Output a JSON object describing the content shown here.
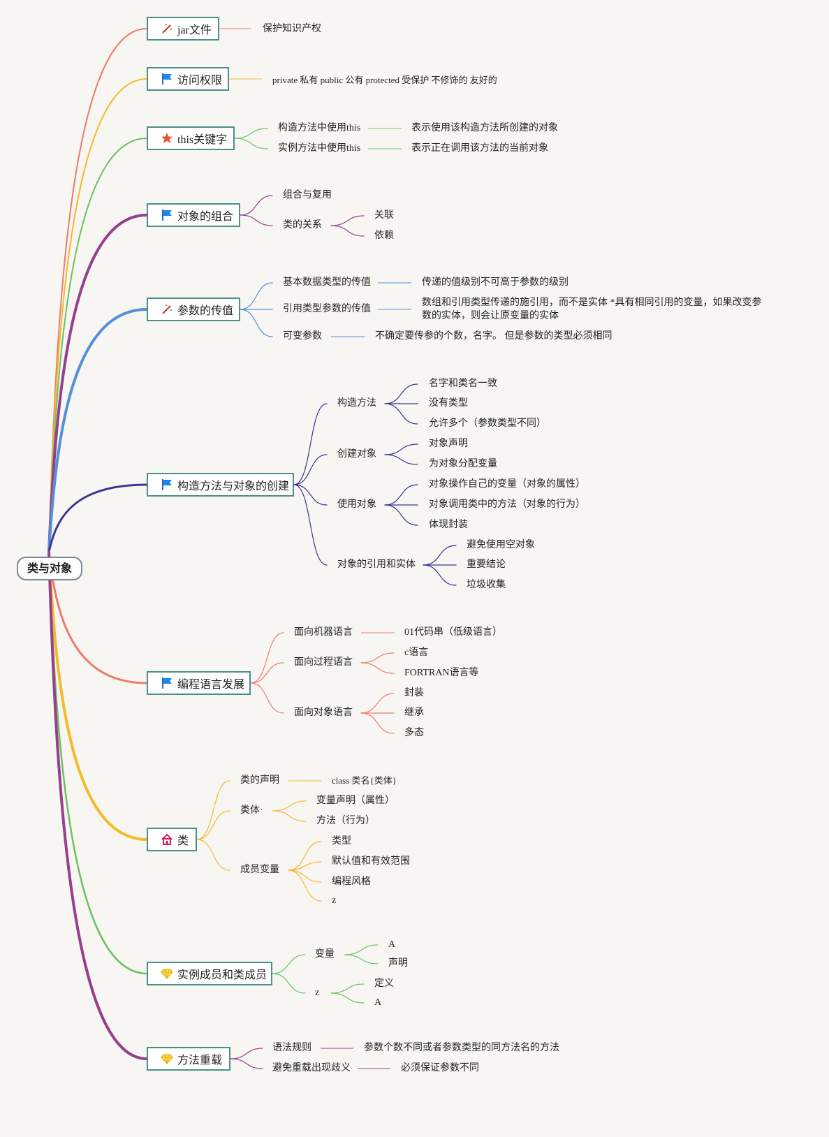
{
  "root": {
    "label": "类与对象"
  },
  "branches": [
    {
      "id": "jar",
      "label": "jar文件",
      "icon": "magic-wand-icon",
      "color": "#ee7b6c",
      "children": [
        {
          "label": "保护知识产权"
        }
      ]
    },
    {
      "id": "access",
      "label": "访问权限",
      "icon": "blue-flag-icon",
      "color": "#f7b92a",
      "children": [
        {
          "label": "private 私有 public 公有 protected 受保护 不修饰的 友好的"
        }
      ]
    },
    {
      "id": "this",
      "label": "this关键字",
      "icon": "orange-star-icon",
      "color": "#6cc163",
      "children": [
        {
          "label": "构造方法中使用this",
          "children": [
            {
              "label": "表示使用该构造方法所创建的对象"
            }
          ]
        },
        {
          "label": "实例方法中使用this",
          "children": [
            {
              "label": "表示正在调用该方法的当前对象"
            }
          ]
        }
      ]
    },
    {
      "id": "compose",
      "label": "对象的组合",
      "icon": "blue-flag-icon",
      "color": "#953f8e",
      "children": [
        {
          "label": "组合与复用"
        },
        {
          "label": "类的关系",
          "children": [
            {
              "label": "关联"
            },
            {
              "label": "依赖"
            }
          ]
        }
      ]
    },
    {
      "id": "param",
      "label": "参数的传值",
      "icon": "magic-wand-icon",
      "color": "#5590d6",
      "children": [
        {
          "label": "基本数据类型的传值",
          "children": [
            {
              "label": "传递的值级别不可高于参数的级别"
            }
          ]
        },
        {
          "label": "引用类型参数的传值",
          "children": [
            {
              "label": "数组和引用类型传递的施引用，而不是实体 *具有相同引用的变量，如果改变参",
              "label2": "数的实体，则会让原变量的实体"
            }
          ]
        },
        {
          "label": "可变参数",
          "children": [
            {
              "label": "不确定要传参的个数，名字。 但是参数的类型必须相同"
            }
          ]
        }
      ]
    },
    {
      "id": "ctor",
      "label": "构造方法与对象的创建",
      "icon": "blue-flag-icon",
      "color": "#3d3590",
      "children": [
        {
          "label": "构造方法",
          "children": [
            {
              "label": "名字和类名一致"
            },
            {
              "label": "没有类型"
            },
            {
              "label": "允许多个（参数类型不同）"
            }
          ]
        },
        {
          "label": "创建对象",
          "children": [
            {
              "label": "对象声明"
            },
            {
              "label": "为对象分配变量"
            }
          ]
        },
        {
          "label": "使用对象",
          "children": [
            {
              "label": "对象操作自己的变量（对象的属性）"
            },
            {
              "label": "对象调用类中的方法（对象的行为）"
            },
            {
              "label": "体现封装"
            }
          ]
        },
        {
          "label": "对象的引用和实体",
          "children": [
            {
              "label": "避免使用空对象"
            },
            {
              "label": "重要结论"
            },
            {
              "label": "垃圾收集"
            }
          ]
        }
      ]
    },
    {
      "id": "lang",
      "label": "编程语言发展",
      "icon": "blue-flag-icon",
      "color": "#ee7b6c",
      "children": [
        {
          "label": "面向机器语言",
          "children": [
            {
              "label": "01代码串（低级语言）"
            }
          ]
        },
        {
          "label": "面向过程语言",
          "children": [
            {
              "label": "c语言"
            },
            {
              "label": "FORTRAN语言等"
            }
          ]
        },
        {
          "label": "面向对象语言",
          "children": [
            {
              "label": "封装"
            },
            {
              "label": "继承"
            },
            {
              "label": "多态"
            }
          ]
        }
      ]
    },
    {
      "id": "class",
      "label": "类",
      "icon": "pink-house-icon",
      "color": "#f7b92a",
      "children": [
        {
          "label": "类的声明",
          "children": [
            {
              "label": "class 类名{类体}"
            }
          ]
        },
        {
          "label": "类体·",
          "children": [
            {
              "label": "变量声明（属性）"
            },
            {
              "label": "方法（行为）"
            }
          ]
        },
        {
          "label": "成员变量",
          "children": [
            {
              "label": "类型"
            },
            {
              "label": "默认值和有效范围"
            },
            {
              "label": "编程风格"
            },
            {
              "label": "z"
            }
          ]
        }
      ]
    },
    {
      "id": "inst",
      "label": "实例成员和类成员",
      "icon": "yellow-diamond-icon",
      "color": "#6cc163",
      "children": [
        {
          "label": "变量",
          "children": [
            {
              "label": "A"
            },
            {
              "label": "声明"
            }
          ]
        },
        {
          "label": "z",
          "children": [
            {
              "label": "定义"
            },
            {
              "label": "A"
            }
          ]
        }
      ]
    },
    {
      "id": "overload",
      "label": "方法重载",
      "icon": "yellow-diamond-icon",
      "color": "#953f8e",
      "children": [
        {
          "label": "语法规则",
          "children": [
            {
              "label": "参数个数不同或者参数类型的同方法名的方法"
            }
          ]
        },
        {
          "label": "避免重载出现歧义",
          "children": [
            {
              "label": "必须保证参数不同"
            }
          ]
        }
      ]
    }
  ]
}
